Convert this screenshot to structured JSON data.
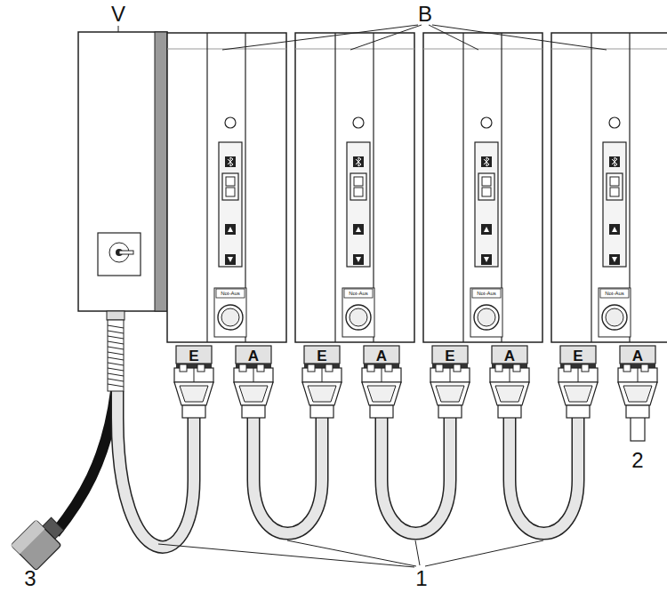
{
  "diagram": {
    "labels": [
      "V",
      "B",
      "Not-Aus",
      "Not-Aus",
      "Not-Aus",
      "Not-Aus",
      "E",
      "A",
      "E",
      "A",
      "E",
      "A",
      "E",
      "A",
      "2",
      "1",
      "3"
    ]
  }
}
